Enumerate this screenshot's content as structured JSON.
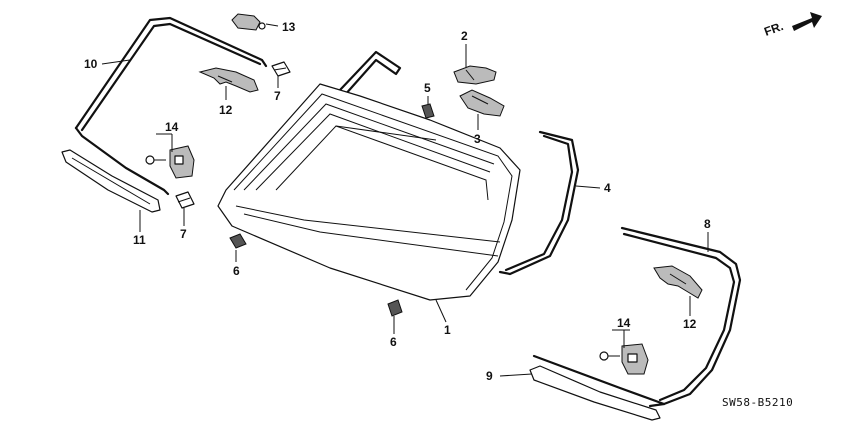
{
  "diagram": {
    "orientation_label": "FR.",
    "drawing_code": "SW58-B5210",
    "callouts": {
      "c1": "1",
      "c2": "2",
      "c3": "3",
      "c4": "4",
      "c5": "5",
      "c6a": "6",
      "c6b": "6",
      "c7a": "7",
      "c7b": "7",
      "c8": "8",
      "c9": "9",
      "c10": "10",
      "c11": "11",
      "c12a": "12",
      "c12b": "12",
      "c13": "13",
      "c14a": "14",
      "c14b": "14"
    }
  }
}
